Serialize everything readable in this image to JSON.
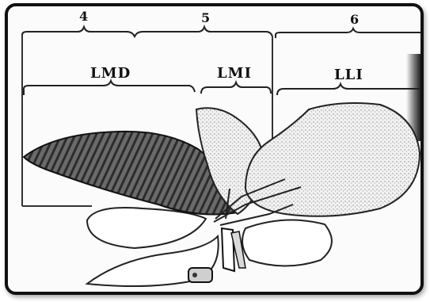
{
  "diagram": {
    "sections": [
      {
        "number": "4",
        "label": "LMD"
      },
      {
        "number": "5",
        "label": "LMI"
      },
      {
        "number": "6",
        "label": "LLI"
      }
    ]
  }
}
